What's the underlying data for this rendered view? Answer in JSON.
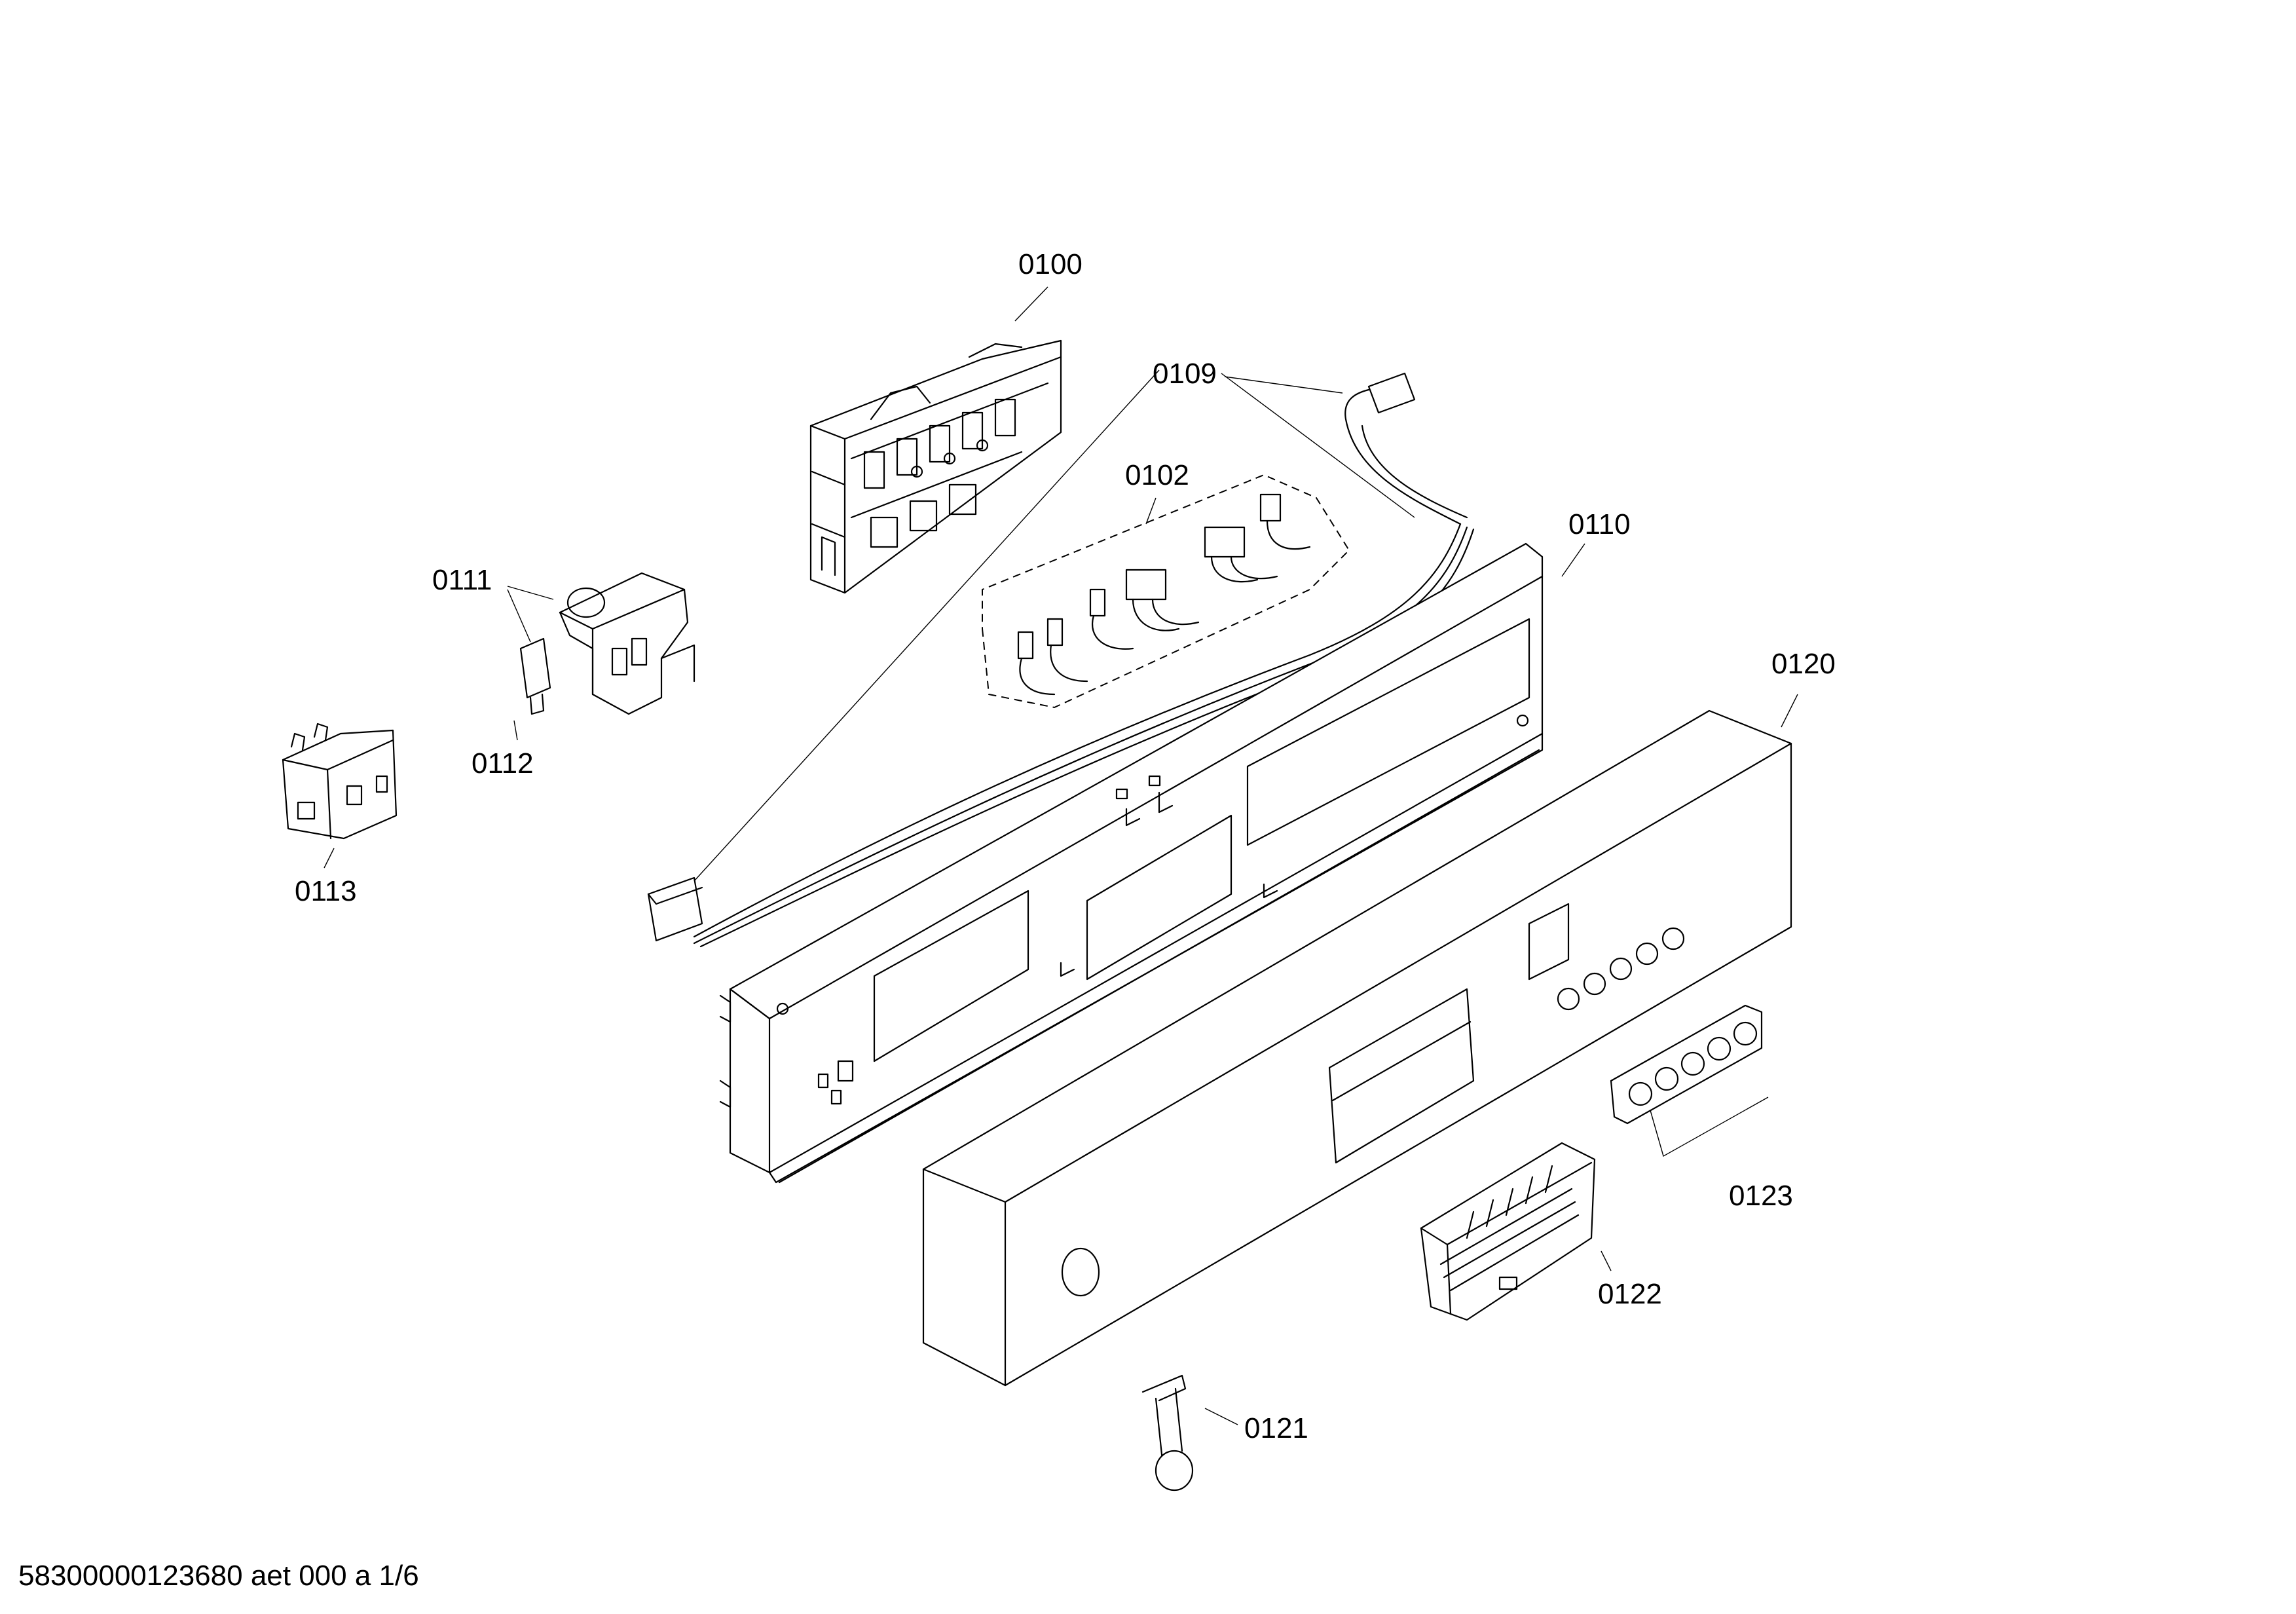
{
  "labels": {
    "p0100": "0100",
    "p0109": "0109",
    "p0102": "0102",
    "p0110": "0110",
    "p0111": "0111",
    "p0112": "0112",
    "p0113": "0113",
    "p0120": "0120",
    "p0121": "0121",
    "p0122": "0122",
    "p0123": "0123"
  },
  "footer": {
    "document_code": "58300000123680 aet 000 a 1/6"
  }
}
